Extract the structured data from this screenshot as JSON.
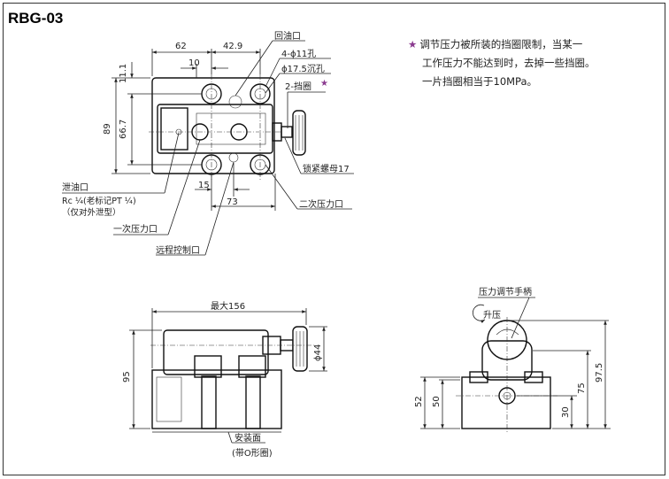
{
  "title": "RBG-03",
  "notes": {
    "line1": "调节压力被所装的挡圈限制，当某一",
    "line2": "工作压力不能达到时，去掉一些挡圈。",
    "line3": "一片挡圈相当于10MPa。"
  },
  "colors": {
    "star": "#8a3a8f",
    "line": "#222222"
  },
  "top_view": {
    "dim_62": "62",
    "dim_42_9": "42.9",
    "dim_10": "10",
    "dim_11_1": "11.1",
    "dim_89": "89",
    "dim_66_7": "66.7",
    "dim_15": "15",
    "dim_73": "73",
    "return_port": "回油口",
    "holes": "4-ϕ11孔",
    "counterbore": "ϕ17.5沉孔",
    "retaining_rings": "2-挡圈",
    "lock_nut": "锁紧螺母17",
    "secondary_port": "二次压力口",
    "drain_port": "泄油口",
    "drain_thread": "Rc ¼(老标记PT ¼)",
    "drain_note": "（仅对外泄型）",
    "primary_port": "一次压力口",
    "remote_port": "远程控制口"
  },
  "front_view": {
    "dim_max": "最大156",
    "dim_95": "95",
    "dim_44": "ϕ44",
    "mount_face": "安装面",
    "oring": "(带O形圈)"
  },
  "side_view": {
    "handle": "压力调节手柄",
    "rise": "升压",
    "dim_52": "52",
    "dim_50": "50",
    "dim_30": "30",
    "dim_75": "75",
    "dim_97_5": "97.5"
  }
}
